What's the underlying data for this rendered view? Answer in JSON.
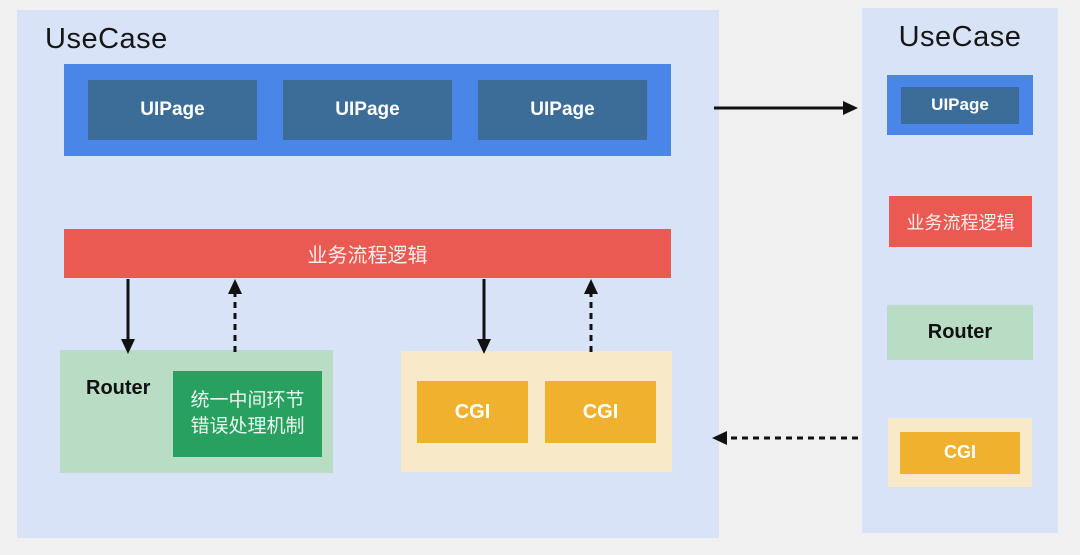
{
  "left_panel": {
    "title": "UseCase",
    "uipage_labels": [
      "UIPage",
      "UIPage",
      "UIPage"
    ],
    "logic_label": "业务流程逻辑",
    "router_label": "Router",
    "error_handler_lines": [
      "统一中间环节",
      "错误处理机制"
    ],
    "cgi_labels": [
      "CGI",
      "CGI"
    ]
  },
  "right_panel": {
    "title": "UseCase",
    "uipage_label": "UIPage",
    "logic_label": "业务流程逻辑",
    "router_label": "Router",
    "cgi_label": "CGI"
  },
  "colors": {
    "canvas_background": "#f0f0f1",
    "panel_background": "#d9e3f7",
    "primary_blue": "#4a86e8",
    "uipage_blue": "#3c6d99",
    "logic_red": "#ea5a52",
    "router_green_light": "#b9dcc5",
    "error_green_dark": "#27a060",
    "cgi_cream": "#f8e9c8",
    "cgi_orange": "#f0b12f",
    "arrow_black": "#111111"
  }
}
